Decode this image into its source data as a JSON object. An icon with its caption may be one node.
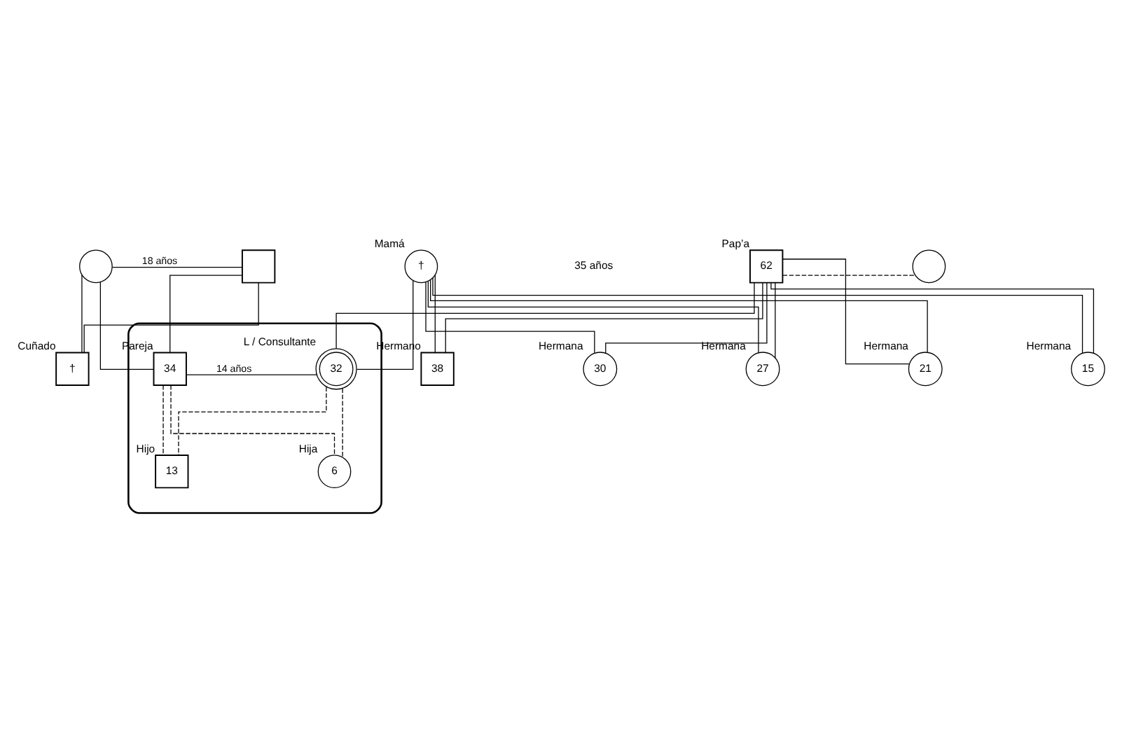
{
  "diagram": {
    "nodes": [
      {
        "text": [],
        "shape": "circle"
      },
      {
        "text": [],
        "shape": "box"
      },
      {
        "text": [
          "†"
        ],
        "beside": [
          "Mamá"
        ]
      },
      {
        "text": [
          "62"
        ],
        "beside": [
          "Pap’a"
        ]
      },
      {
        "text": [],
        "shape": "circle"
      },
      {
        "text": [
          "†"
        ],
        "beside": [
          "Cuñado"
        ]
      },
      {
        "text": [
          "38"
        ],
        "beside": [
          "Hermano"
        ]
      },
      {
        "text": [
          "30"
        ],
        "beside": [
          "Hermana"
        ]
      },
      {
        "text": [
          "27"
        ],
        "beside": [
          "Hermana"
        ]
      },
      {
        "text": [
          "21"
        ],
        "beside": [
          "Hermana"
        ]
      },
      {
        "text": [
          "15"
        ],
        "beside": [
          "Hermana"
        ]
      },
      {
        "text": [],
        "shape": "cloud"
      },
      {
        "text": [
          "34"
        ],
        "beside": [
          "Pareja"
        ],
        "in": 11
      },
      {
        "text": [
          "32"
        ],
        "beside": [
          "L / Consultante"
        ],
        "in": 11
      },
      {
        "text": [
          "13"
        ],
        "beside": [
          "Hijo"
        ],
        "in": 11
      },
      {
        "text": [
          "6"
        ],
        "beside": [
          "Hija"
        ],
        "in": 11
      }
    ],
    "edges": [
      {
        "from": 0,
        "to": 1,
        "arrow": "none",
        "label": "18 años"
      },
      {
        "from": 0,
        "to": 12,
        "arrow": "none"
      },
      {
        "from": 1,
        "to": 12,
        "arrow": "none"
      },
      {
        "from": 0,
        "to": 5,
        "arrow": "none"
      },
      {
        "from": 1,
        "to": 5,
        "arrow": "none"
      },
      {
        "from": 2,
        "to": 6,
        "arrow": "none"
      },
      {
        "from": 3,
        "to": 6,
        "arrow": "none"
      },
      {
        "from": 2,
        "to": 13,
        "arrow": "none"
      },
      {
        "from": 3,
        "to": 13,
        "arrow": "none"
      },
      {
        "from": 2,
        "to": 7,
        "arrow": "none"
      },
      {
        "from": 3,
        "to": 7,
        "arrow": "none"
      },
      {
        "from": 2,
        "to": 8,
        "arrow": "none"
      },
      {
        "from": 3,
        "to": 8,
        "arrow": "none"
      },
      {
        "from": 2,
        "to": 9,
        "arrow": "none"
      },
      {
        "from": 3,
        "to": 9,
        "arrow": "none"
      },
      {
        "from": 2,
        "to": 10,
        "arrow": "none"
      },
      {
        "from": 3,
        "to": 10,
        "arrow": "none"
      },
      {
        "from": 3,
        "to": 4,
        "arrow": "none",
        "style": "dashed"
      },
      {
        "from": 12,
        "to": 13,
        "arrow": "none",
        "label": "14 años"
      },
      {
        "from": 12,
        "to": 14,
        "arrow": "none",
        "style": "dashed"
      },
      {
        "from": 13,
        "to": 14,
        "arrow": "none",
        "style": "dashed"
      },
      {
        "from": 12,
        "to": 15,
        "arrow": "none",
        "style": "dashed"
      },
      {
        "from": 13,
        "to": 15,
        "arrow": "none",
        "style": "dashed"
      }
    ],
    "labels": [
      "35 años"
    ]
  }
}
